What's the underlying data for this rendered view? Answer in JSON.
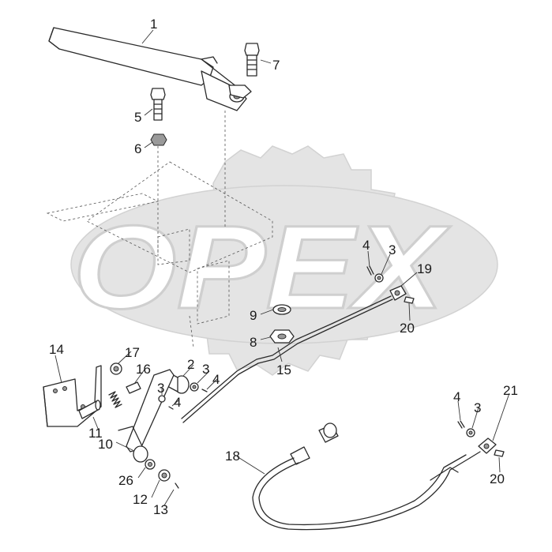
{
  "watermark": {
    "text": "OPEX"
  },
  "colors": {
    "line": "#2a2a2a",
    "watermark_fill": "#e4e4e4",
    "background": "#ffffff"
  },
  "callouts": [
    {
      "id": "c1",
      "label": "1"
    },
    {
      "id": "c7",
      "label": "7"
    },
    {
      "id": "c5",
      "label": "5"
    },
    {
      "id": "c6",
      "label": "6"
    },
    {
      "id": "c4a",
      "label": "4"
    },
    {
      "id": "c3a",
      "label": "3"
    },
    {
      "id": "c19",
      "label": "19"
    },
    {
      "id": "c20a",
      "label": "20"
    },
    {
      "id": "c9",
      "label": "9"
    },
    {
      "id": "c8",
      "label": "8"
    },
    {
      "id": "c15",
      "label": "15"
    },
    {
      "id": "c14",
      "label": "14"
    },
    {
      "id": "c17",
      "label": "17"
    },
    {
      "id": "c16",
      "label": "16"
    },
    {
      "id": "c2",
      "label": "2"
    },
    {
      "id": "c3b",
      "label": "3"
    },
    {
      "id": "c4b",
      "label": "4"
    },
    {
      "id": "c3c",
      "label": "3"
    },
    {
      "id": "c4c",
      "label": "4"
    },
    {
      "id": "c11",
      "label": "11"
    },
    {
      "id": "c10",
      "label": "10"
    },
    {
      "id": "c26",
      "label": "26"
    },
    {
      "id": "c12",
      "label": "12"
    },
    {
      "id": "c13",
      "label": "13"
    },
    {
      "id": "c18",
      "label": "18"
    },
    {
      "id": "c4d",
      "label": "4"
    },
    {
      "id": "c3d",
      "label": "3"
    },
    {
      "id": "c21",
      "label": "21"
    },
    {
      "id": "c20b",
      "label": "20"
    }
  ]
}
